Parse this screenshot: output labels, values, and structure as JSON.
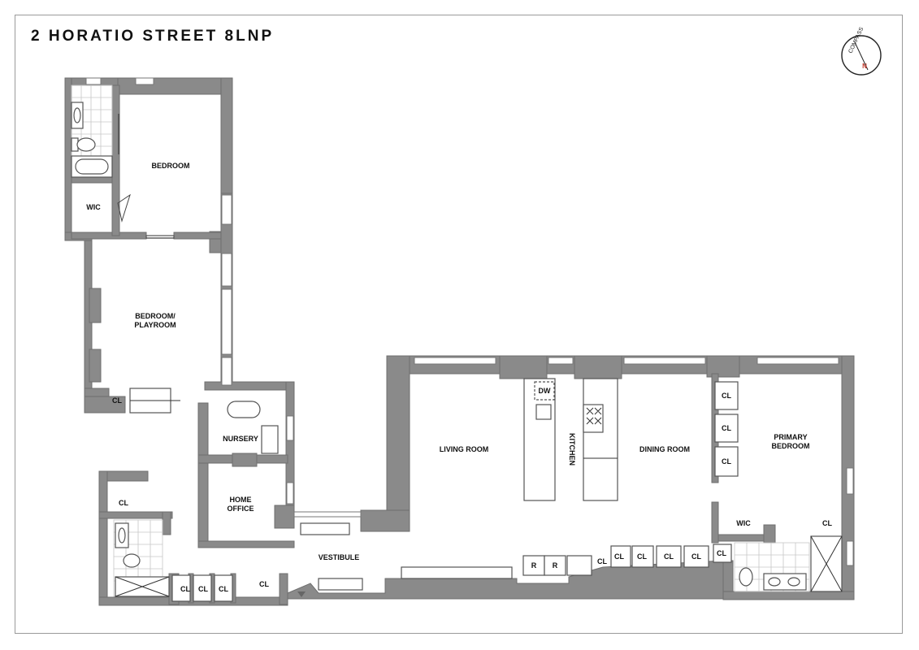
{
  "title": "2 HORATIO STREET 8LNP",
  "compass": {
    "label": "COMPASS",
    "north": "N"
  },
  "rooms": {
    "bedroom": "BEDROOM",
    "wic_top": "WIC",
    "bedroom_playroom_1": "BEDROOM/",
    "bedroom_playroom_2": "PLAYROOM",
    "nursery": "NURSERY",
    "home_office_1": "HOME",
    "home_office_2": "OFFICE",
    "vestibule": "VESTIBULE",
    "living_room": "LIVING ROOM",
    "kitchen": "KITCHEN",
    "dining_room": "DINING ROOM",
    "primary_bedroom_1": "PRIMARY",
    "primary_bedroom_2": "BEDROOM",
    "wic_primary": "WIC"
  },
  "closets": {
    "cl_1": "CL",
    "cl_2": "CL",
    "cl_3": "CL",
    "cl_4": "CL",
    "cl_5": "CL",
    "cl_6": "CL",
    "cl_7": "CL",
    "cl_8": "CL",
    "cl_9": "CL",
    "cl_10": "CL",
    "cl_11": "CL",
    "cl_12": "CL",
    "cl_13": "CL",
    "cl_14": "CL",
    "cl_15": "CL",
    "cl_16": "CL"
  },
  "appliances": {
    "dishwasher": "DW",
    "refrigerator_1": "R",
    "refrigerator_2": "R"
  },
  "colors": {
    "wall": "#8a8a8a",
    "background": "#ffffff",
    "text": "#111111"
  }
}
